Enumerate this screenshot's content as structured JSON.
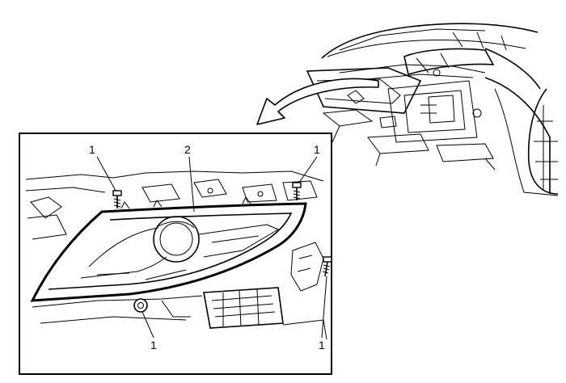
{
  "callouts": {
    "fastener_top_left": "1",
    "headlamp": "2",
    "fastener_top_right": "1",
    "fastener_bottom_left": "1",
    "fastener_bottom_right": "1"
  }
}
